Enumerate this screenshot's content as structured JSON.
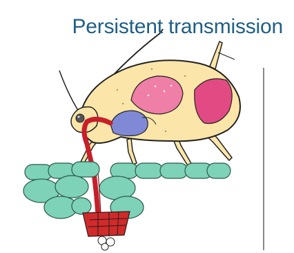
{
  "slide": {
    "title": "Persistent transmission"
  },
  "colors": {
    "title_text": "#1e5f86",
    "insect_body": "#fbe5a8",
    "insect_outline": "#222222",
    "salivary_gland": "#ef7fa7",
    "gut": "#7f89d6",
    "stylet": "#c71f2a",
    "plant_cells": "#7dd2b8",
    "phloem": "#d02a2a"
  },
  "illustration": {
    "parts": [
      "aphid-body",
      "antenna",
      "salivary-gland",
      "gut",
      "stylet",
      "plant-epidermis",
      "plant-mesophyll",
      "phloem-sieve-tube"
    ]
  }
}
